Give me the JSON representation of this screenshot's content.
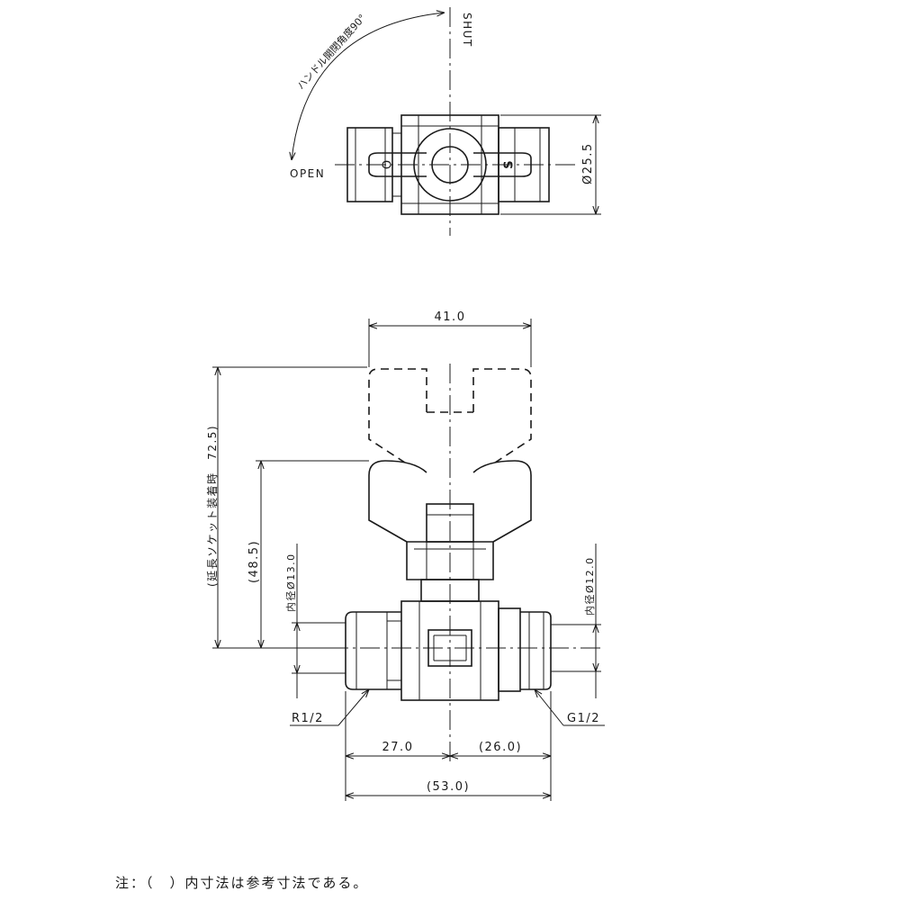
{
  "top_view": {
    "shut_label": "SHUT",
    "open_label": "OPEN",
    "handle_angle_label": "ハンドル開閉角度90°",
    "diameter_label": "Ø25.5",
    "handle_mark_o": "O",
    "handle_mark_s": "S"
  },
  "front_view": {
    "dim_width_handle": "41.0",
    "dim_height_total": "(延長ソケット装着時　72.5)",
    "dim_height_handle": "(48.5)",
    "dim_inner_left": "内径Ø13.0",
    "dim_inner_right": "内径Ø12.0",
    "thread_left": "R1/2",
    "thread_right": "G1/2",
    "dim_left_length": "27.0",
    "dim_right_length": "(26.0)",
    "dim_total_length": "(53.0)"
  },
  "note": "注：（　）内寸法は参考寸法である。"
}
